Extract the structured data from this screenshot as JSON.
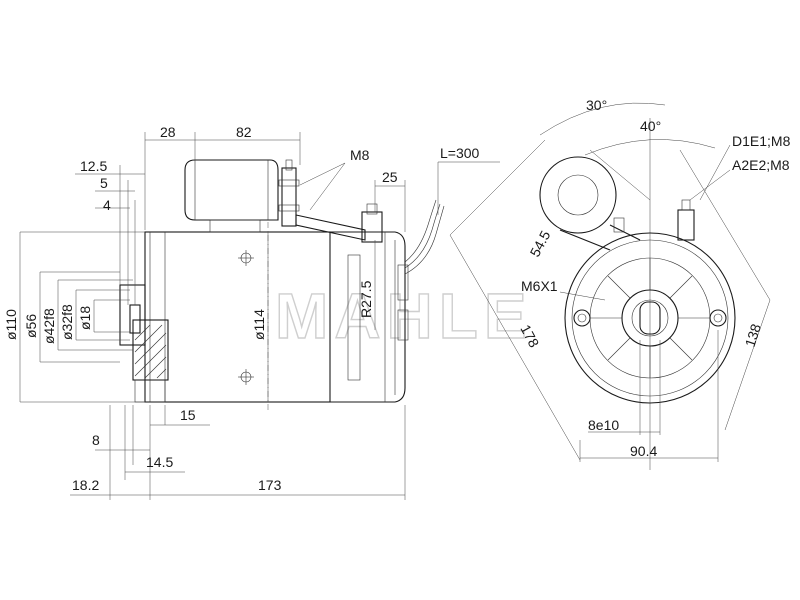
{
  "watermark": "MAHLE",
  "side_view": {
    "top_dims": {
      "d28": "28",
      "d82": "82"
    },
    "left_dims": {
      "d12_5": "12.5",
      "d5": "5",
      "d4": "4"
    },
    "callouts": {
      "m8": "M8",
      "d25": "25",
      "L": "L=300"
    },
    "diameters": {
      "d110": "ø110",
      "d56": "ø56",
      "d42": "ø42f8",
      "d32": "ø32f8",
      "d18": "ø18",
      "d114": "ø114",
      "r27_5": "R27.5"
    },
    "bottom_dims": {
      "d15": "15",
      "d8": "8",
      "d14_5": "14.5",
      "d18_2": "18.2",
      "d173": "173"
    }
  },
  "end_view": {
    "angles": {
      "a30": "30°",
      "a40": "40°"
    },
    "terminals": {
      "t1": "D1E1;M8",
      "t2": "A2E2;M8"
    },
    "labels": {
      "d54_5": "54.5",
      "m6": "M6X1",
      "d178": "178",
      "d138": "138",
      "e8": "8e10",
      "d90_4": "90.4"
    }
  }
}
